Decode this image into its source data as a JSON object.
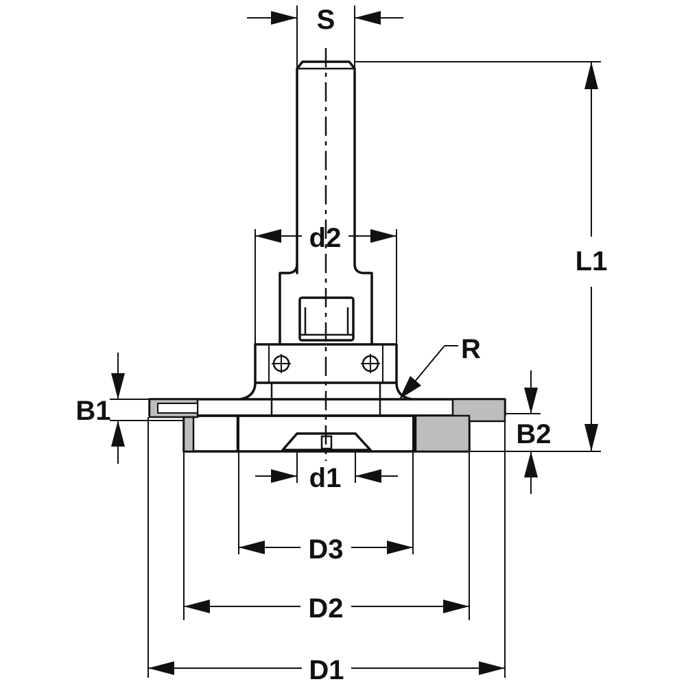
{
  "labels": {
    "s": "S",
    "l1": "L1",
    "d2_small": "d2",
    "r": "R",
    "b1": "B1",
    "b2": "B2",
    "d1_small": "d1",
    "d3": "D3",
    "d2": "D2",
    "d1": "D1"
  },
  "colors": {
    "line": "#111111",
    "insert_fill": "#bdbdbd",
    "background": "#ffffff"
  }
}
